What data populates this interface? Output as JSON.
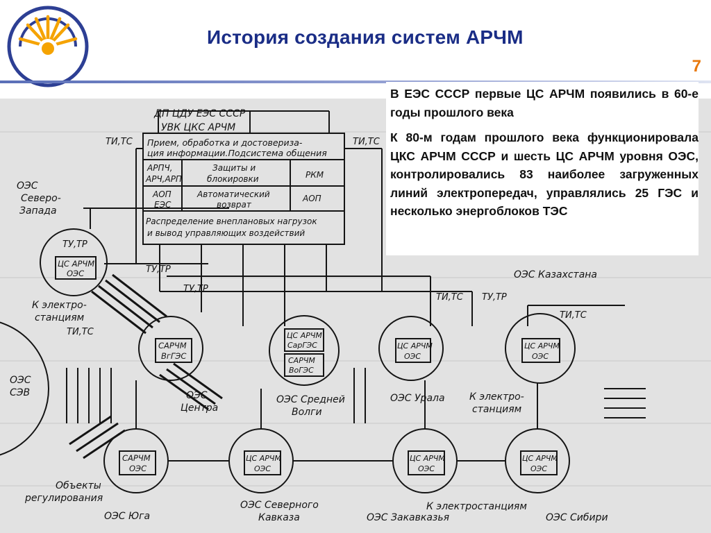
{
  "slide": {
    "title": "История создания систем АРЧМ",
    "page_number": "7",
    "accent_color": "#1a2d86",
    "number_color": "#e8780c",
    "logo_icon": "sun-ring-logo"
  },
  "text_block": {
    "paragraph_1": "В ЕЭС СССР первые ЦС АРЧМ появились в 60-е годы прошлого века",
    "paragraph_2": "К 80-м годам прошлого века функционировала ЦКС АРЧМ СССР и шесть ЦС АРЧМ уровня ОЭС, контролировались 83 наиболее загруженных линий электропередач, управлялись 25 ГЭС и несколько энергоблоков ТЭС"
  },
  "diagram": {
    "top_header": {
      "line1": "ДП ЦДУ ЕЭС СССР",
      "line2": "УВК ЦКС АРЧМ"
    },
    "rows": {
      "processing_1": "Прием, обработка и достовериза-",
      "processing_2": "ция информации.Подсистема общения",
      "arpch_1": "АРПЧ,",
      "arpch_2": "АРЧ,АРП",
      "protect_1": "Защиты и",
      "protect_2": "блокировки",
      "rkm": "РКМ",
      "aop_left": "АОП",
      "ees": "ЕЭС",
      "auto_1": "Автоматический",
      "auto_2": "возврат",
      "aop_right": "АОП",
      "dist_1": "Распределение внеплановых нагрузок",
      "dist_2": "и вывод управляющих воздействий"
    },
    "signals": {
      "ti_ts": "ТИ,ТС",
      "tu_tr": "ТУ,ТР"
    },
    "labels": {
      "oes_nw_1": "ОЭС",
      "oes_nw_2": "Северо-",
      "oes_nw_3": "Запада",
      "to_stations_1": "К электро-",
      "to_stations_2": "станциям",
      "oes_kz": "ОЭС Казахстана",
      "oes_sev_1": "ОЭС",
      "oes_sev_2": "СЭВ",
      "oes_center_1": "ОЭС",
      "oes_center_2": "Центра",
      "oes_mv_1": "ОЭС Средней",
      "oes_mv_2": "Волги",
      "oes_ural": "ОЭС Урала",
      "to_stations_r1": "К электро-",
      "to_stations_r2": "станциям",
      "objects_1": "Объекты",
      "objects_2": "регулирования",
      "oes_south": "ОЭС Юга",
      "oes_nc_1": "ОЭС Северного",
      "oes_nc_2": "Кавказа",
      "oes_tc": "ОЭС Закавказья",
      "oes_sib": "ОЭС Сибири",
      "to_stations_bottom": "К электростанциям"
    },
    "nodes": {
      "cs_archm": "ЦС АРЧМ",
      "oes": "ОЭС",
      "sarchm": "САРЧМ",
      "vg_ges": "ВгГЭС",
      "sar_ges": "СарГЭС",
      "vo_ges": "ВоГЭС"
    }
  }
}
